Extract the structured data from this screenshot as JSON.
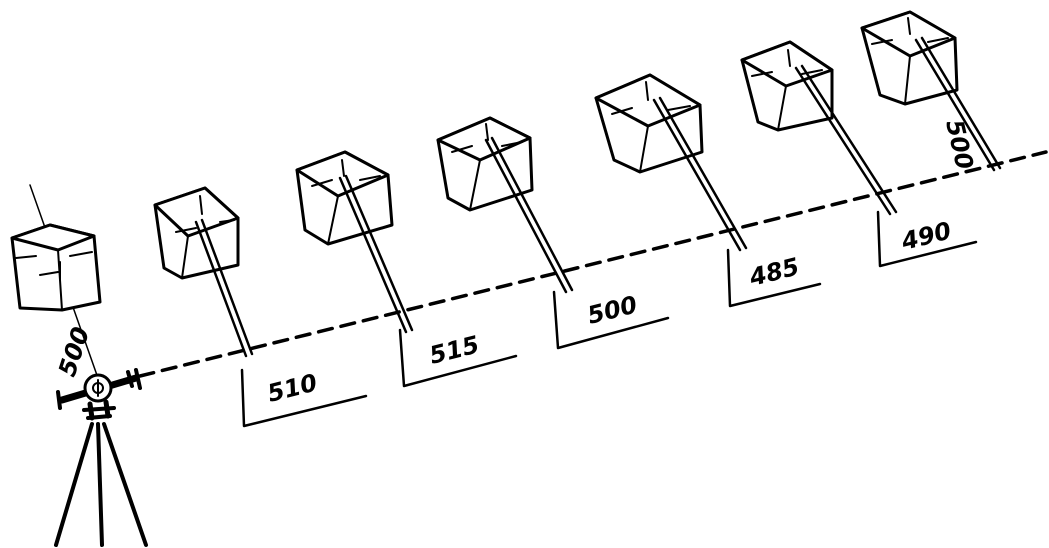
{
  "ink_color": "#000000",
  "background": "#ffffff",
  "instrument": {
    "icon": "level-on-tripod-icon",
    "reference_label": "500"
  },
  "reference_block": {
    "icon": "concrete-block-icon"
  },
  "measurements": [
    {
      "label": "510"
    },
    {
      "label": "515"
    },
    {
      "label": "500"
    },
    {
      "label": "485"
    },
    {
      "label": "490"
    }
  ],
  "last_block": {
    "label": "500"
  }
}
